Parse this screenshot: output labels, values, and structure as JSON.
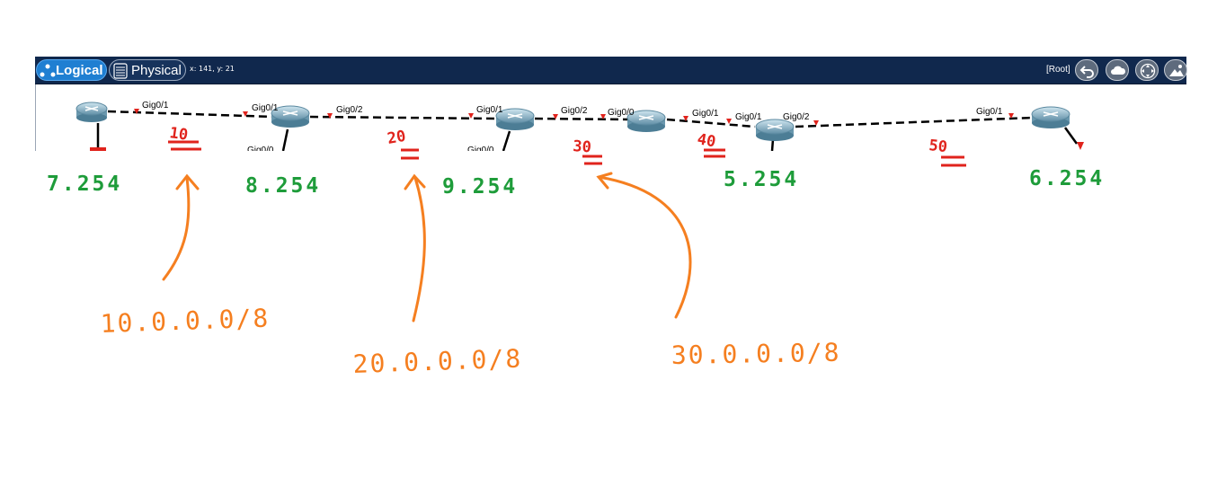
{
  "toolbar": {
    "logical_label": "Logical",
    "physical_label": "Physical",
    "coords": "x: 141, y: 21",
    "root_label": "[Root]",
    "buttons": [
      "back-icon",
      "cloud-icon",
      "navigate-icon",
      "background-image-icon"
    ],
    "colors": {
      "bar": "#10284d",
      "active_tab": "#1f7fd2"
    }
  },
  "topology": {
    "interface_labels": [
      "Gig0/1",
      "Gig0/1",
      "Gig0/2",
      "Gig0/0",
      "Gig0/1",
      "Gig0/0",
      "Gig0/2",
      "Gig0/0",
      "Gig0/1",
      "Gig0/1",
      "Gig0/2",
      "Gig0/1"
    ],
    "routers": [
      "router-1",
      "router-2",
      "router-3",
      "router-4",
      "router-5",
      "router-6"
    ]
  },
  "annotations": {
    "host_addresses": [
      "7.254",
      "8.254",
      "9.254",
      "5.254",
      "6.254"
    ],
    "link_numbers": [
      "10",
      "20",
      "30",
      "40",
      "50"
    ],
    "networks": [
      "10.0.0.0/8",
      "20.0.0.0/8",
      "30.0.0.0/8"
    ],
    "colors": {
      "green": "#1e9c3a",
      "red": "#e0231c",
      "orange": "#f57f20"
    }
  }
}
